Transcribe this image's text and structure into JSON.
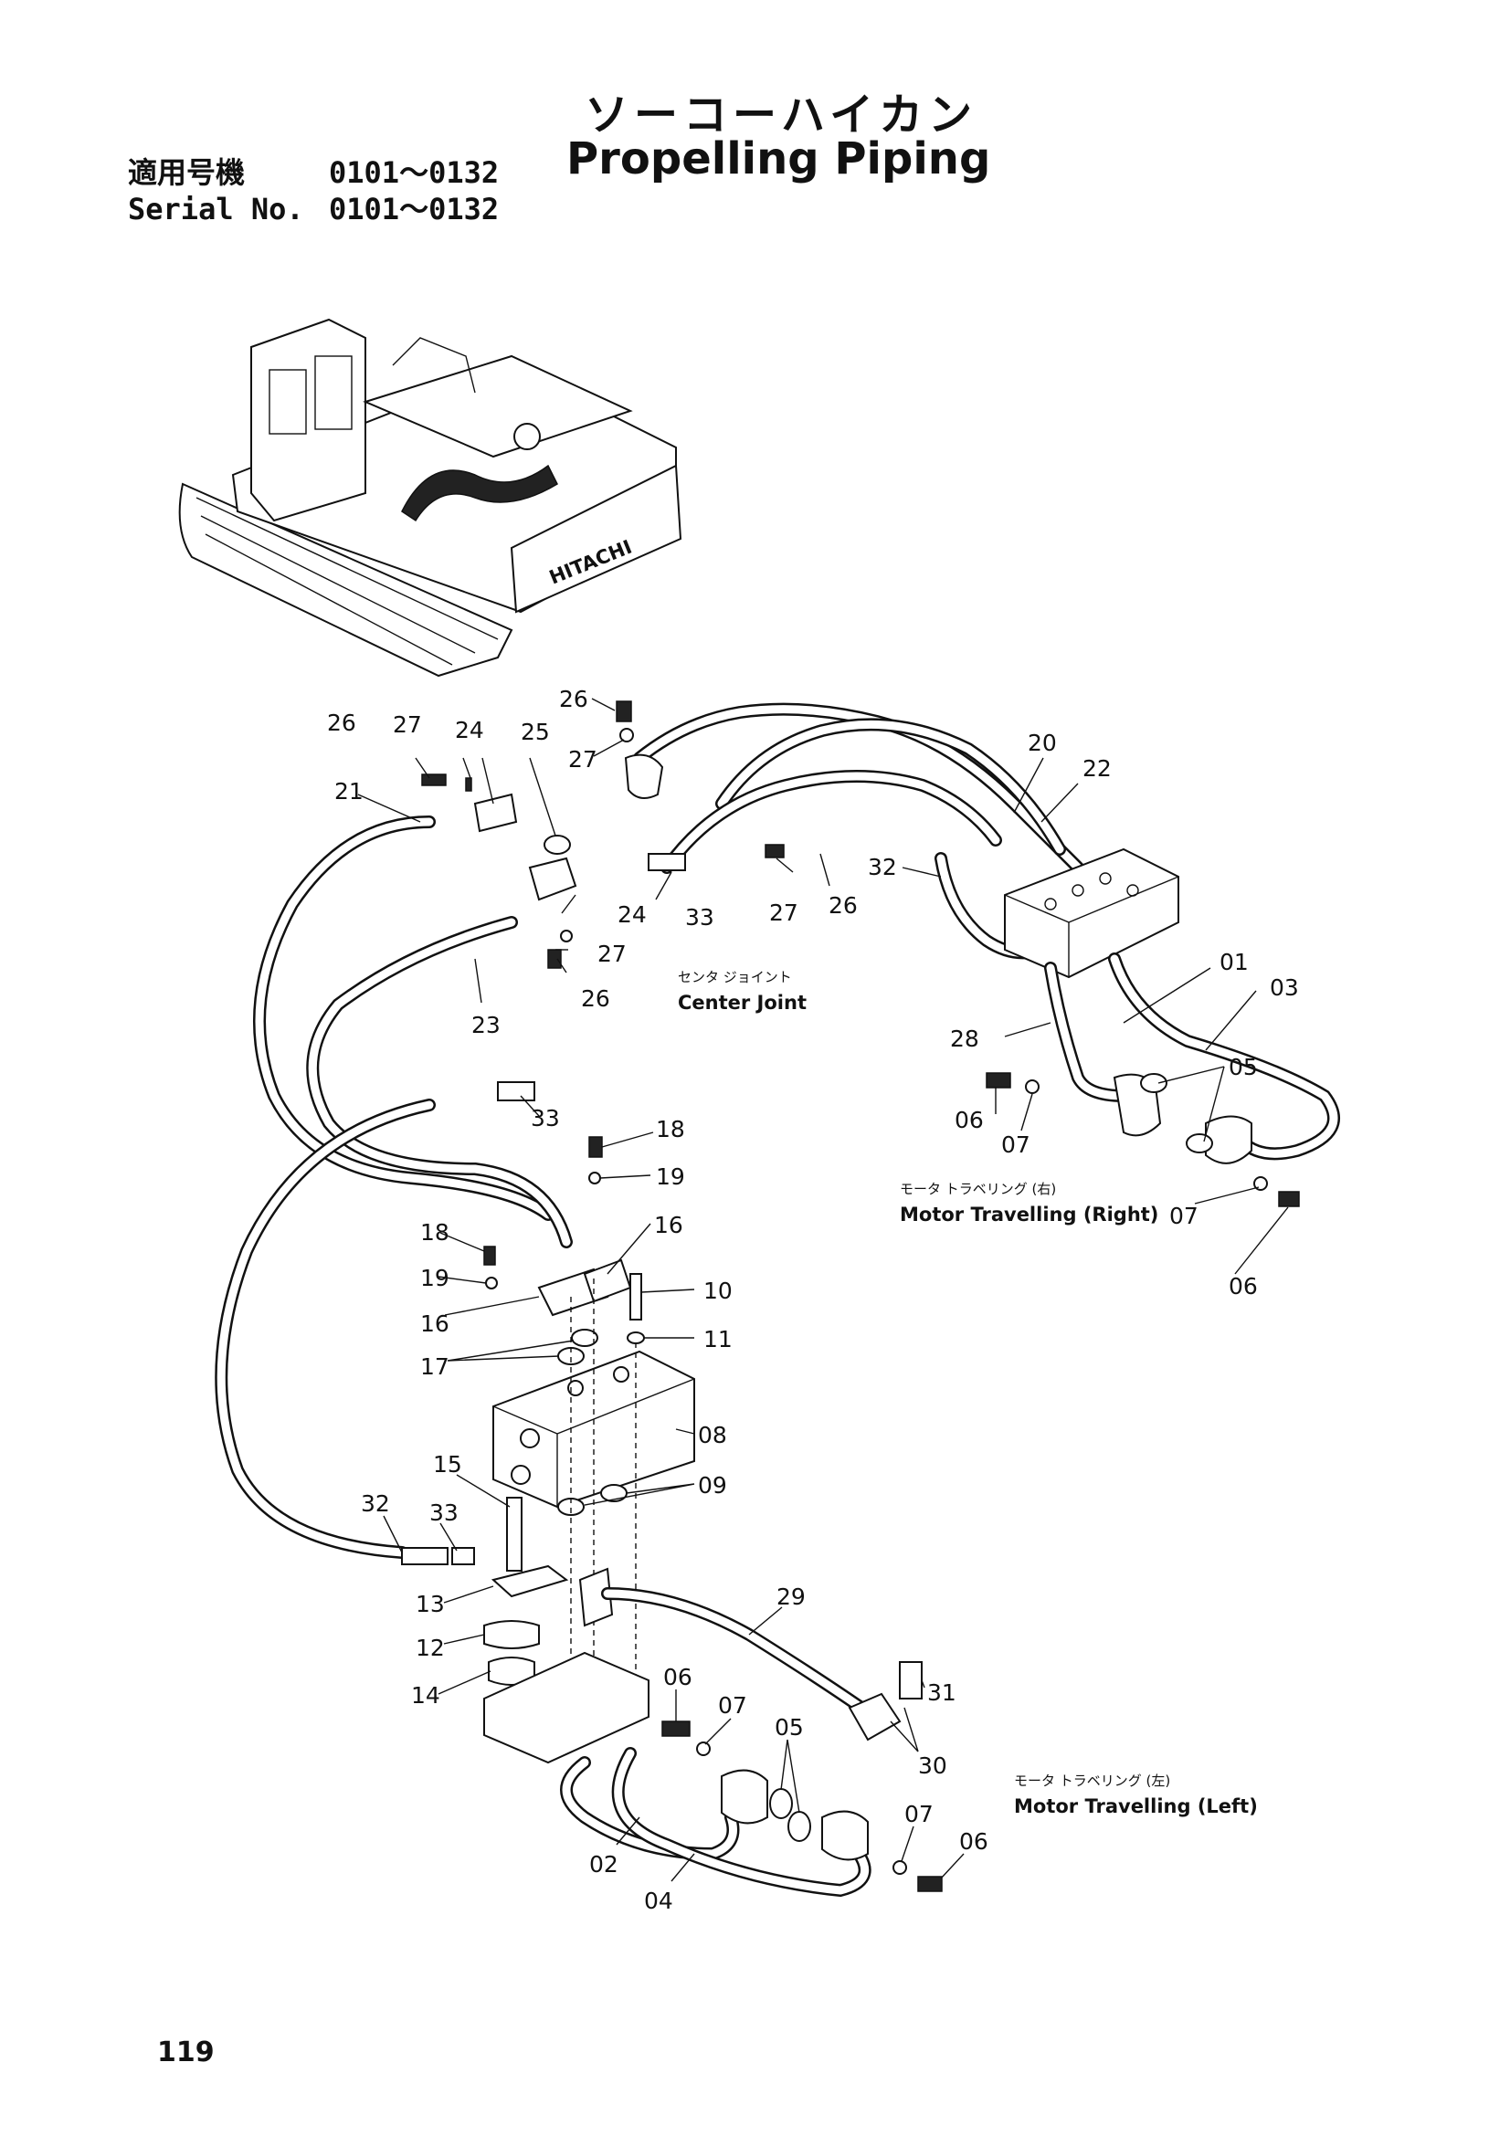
{
  "header": {
    "title_jp": "ソーコーハイカン",
    "title_en": "Propelling Piping",
    "serial_jp_key": "適用号機",
    "serial_jp_value": "0101～0132",
    "serial_en_key": "Serial No.",
    "serial_en_value": "0101～0132"
  },
  "machine": {
    "brand": "HITACHI"
  },
  "captions": {
    "center_joint_jp": "センタ ジョイント",
    "center_joint_en": "Center Joint",
    "motor_right_jp": "モータ トラベリング (右)",
    "motor_right_en": "Motor Travelling (Right)",
    "motor_left_jp": "モータ トラベリング (左)",
    "motor_left_en": "Motor Travelling (Left)"
  },
  "callouts": {
    "c01": "01",
    "c02": "02",
    "c03": "03",
    "c04": "04",
    "c05a": "05",
    "c05b": "05",
    "c06a": "06",
    "c06b": "06",
    "c06c": "06",
    "c06d": "06",
    "c07a": "07",
    "c07b": "07",
    "c07c": "07",
    "c07d": "07",
    "c08": "08",
    "c09": "09",
    "c10": "10",
    "c11": "11",
    "c12": "12",
    "c13": "13",
    "c14": "14",
    "c15": "15",
    "c16a": "16",
    "c16b": "16",
    "c17": "17",
    "c18a": "18",
    "c18b": "18",
    "c19a": "19",
    "c19b": "19",
    "c20": "20",
    "c21": "21",
    "c22": "22",
    "c23": "23",
    "c24a": "24",
    "c24b": "24",
    "c25": "25",
    "c26a": "26",
    "c26b": "26",
    "c26c": "26",
    "c26d": "26",
    "c27a": "27",
    "c27b": "27",
    "c27c": "27",
    "c27d": "27",
    "c28": "28",
    "c29": "29",
    "c30": "30",
    "c31": "31",
    "c32a": "32",
    "c32b": "32",
    "c33a": "33",
    "c33b": "33",
    "c33c": "33"
  },
  "page": {
    "number": "119"
  }
}
